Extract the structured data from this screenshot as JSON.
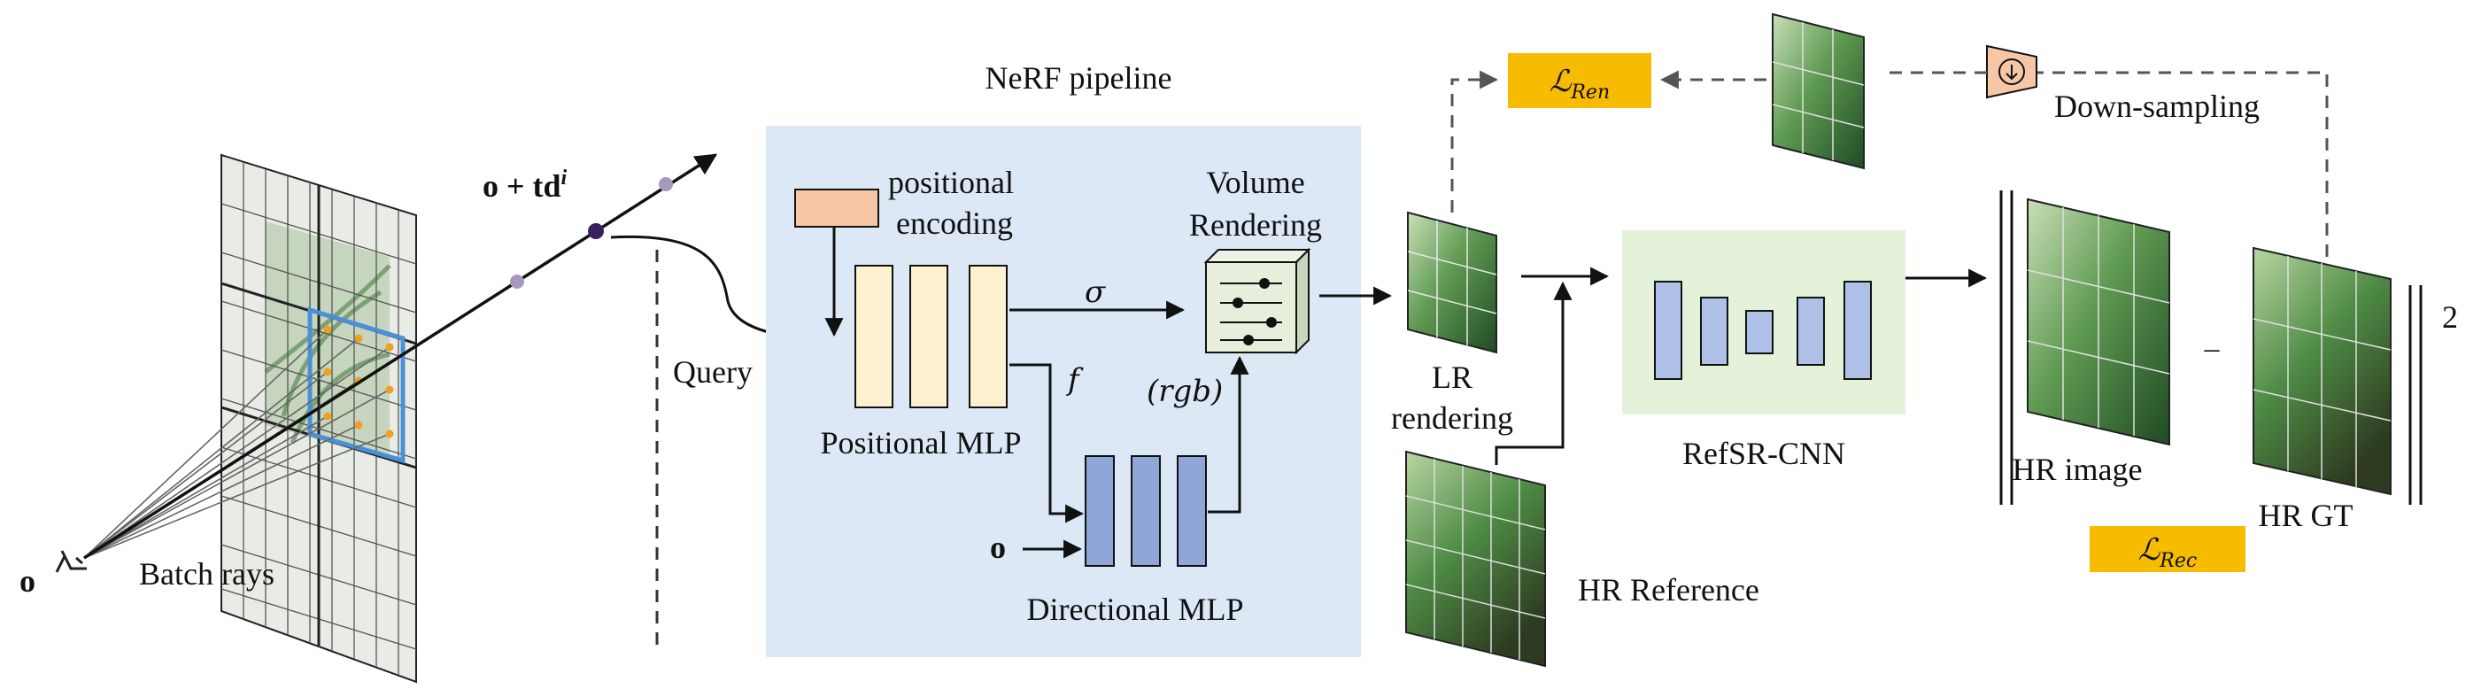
{
  "title": "NeRF pipeline",
  "labels": {
    "query_point": "o + td",
    "query_point_superscript": "i",
    "query": "Query",
    "origin": "o",
    "batch_rays": "Batch rays",
    "positional_encoding_line1": "positional",
    "positional_encoding_line2": "encoding",
    "positional_mlp": "Positional MLP",
    "directional_mlp": "Directional MLP",
    "direction_input": "o",
    "volume_rendering_line1": "Volume",
    "volume_rendering_line2": "Rendering",
    "sigma": "σ",
    "feature": "f",
    "rgb": "(rgb)",
    "lr_rendering_line1": "LR",
    "lr_rendering_line2": "rendering",
    "hr_reference": "HR Reference",
    "refsr_cnn": "RefSR-CNN",
    "hr_image": "HR image",
    "hr_gt": "HR GT",
    "minus": "–",
    "norm_power": "2",
    "down_sampling": "Down-sampling"
  },
  "losses": {
    "ren_main": "ℒ",
    "ren_sub": "Ren",
    "rec_main": "ℒ",
    "rec_sub": "Rec"
  },
  "colors": {
    "nerf_panel": "#dce8f5",
    "refsr_panel": "#e3f2d9",
    "encoding_block": "#f6c7a6",
    "positional_mlp_block": "#fdf1cf",
    "directional_mlp_block": "#8fa7d8",
    "refsr_block": "#aec0e6",
    "loss_badge": "#f7bc00",
    "downsample": "#f6c7a6",
    "ray_grid_highlight": "#4a90d9",
    "sample_point": "#f0a020",
    "query_point": "#3a2060"
  }
}
